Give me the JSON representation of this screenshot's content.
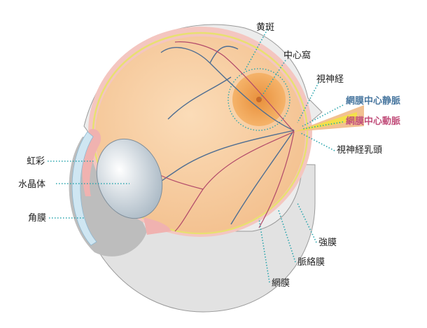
{
  "labels": {
    "macula": "黄斑",
    "fovea": "中心窩",
    "optic_nerve": "視神経",
    "central_retinal_vein": "網膜中心静脈",
    "central_retinal_artery": "網膜中心動脈",
    "optic_disc": "視神経乳頭",
    "iris": "虹彩",
    "lens": "水晶体",
    "cornea": "角膜",
    "sclera": "強膜",
    "choroid": "脈絡膜",
    "retina": "網膜"
  },
  "colors": {
    "vein_label": "#4a78a0",
    "artery_label": "#c2507c",
    "leader": "#2aa5ad",
    "fundus": "#f8d2a8",
    "sclera": "#e4e4e4"
  }
}
